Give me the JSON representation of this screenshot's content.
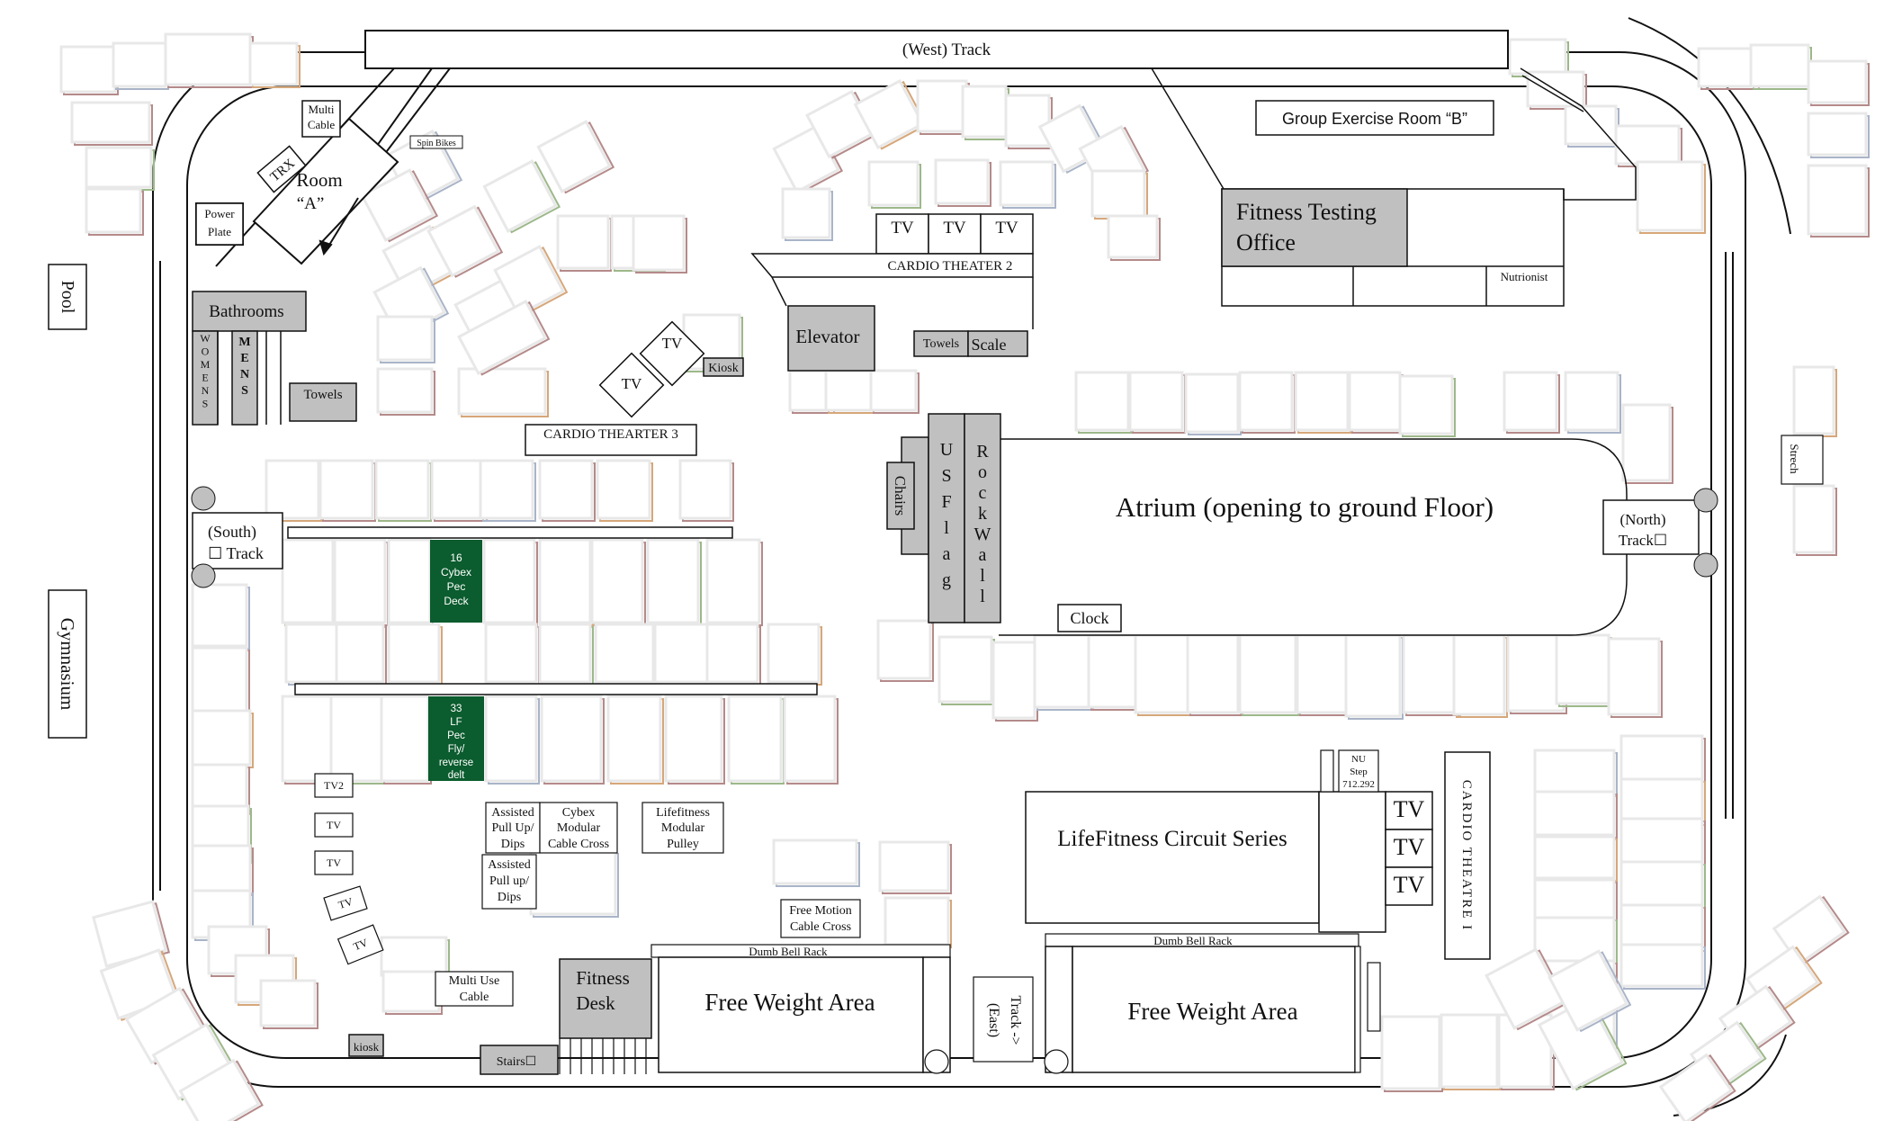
{
  "labels": {
    "west_track": "(West) Track",
    "group_ex_b": "Group Exercise Room “B”",
    "fitness_testing_1": "Fitness Testing",
    "fitness_testing_2": "Office",
    "nutrionist": "Nutrionist",
    "pool": "Pool",
    "gymnasium": "Gymnasium",
    "multi_cable_1": "Multi",
    "multi_cable_2": "Cable",
    "spin_bikes": "Spin Bikes",
    "trx": "TRX",
    "room_a_1": "Room",
    "room_a_2": "“A”",
    "power_plate_1": "Power",
    "power_plate_2": "Plate",
    "bathrooms": "Bathrooms",
    "womens": "WOMENS",
    "mens": "MENS",
    "towels_left": "Towels",
    "tv": "TV",
    "tv2": "TV2",
    "kiosk_top": "Kiosk",
    "kiosk_bottom": "kiosk",
    "cardio_theater_3": "CARDIO THEARTER  3",
    "cardio_theater_2": "CARDIO THEATER  2",
    "cardio_theater_1": "CARDIO THEATRE I",
    "elevator": "Elevator",
    "towels_mid": "Towels",
    "scale": "Scale",
    "chairs": "Chairs",
    "us_flag": "US Flag",
    "rock_wall": "RockWall",
    "atrium": "Atrium (opening to ground Floor)",
    "north_track_1": "(North)",
    "north_track_2": "Track☐",
    "south_track_1": "(South)",
    "south_track_2": "☐ Track",
    "strech": "Strech",
    "clock": "Clock",
    "cybex_pec_1": "16",
    "cybex_pec_2": "Cybex",
    "cybex_pec_3": "Pec",
    "cybex_pec_4": "Deck",
    "lf_pec_1": "33",
    "lf_pec_2": "LF",
    "lf_pec_3": "Pec",
    "lf_pec_4": "Fly/",
    "lf_pec_5": "reverse",
    "lf_pec_6": "delt",
    "assisted_a_1": "Assisted",
    "assisted_a_2": "Pull Up/",
    "assisted_a_3": "Dips",
    "assisted_b_1": "Assisted",
    "assisted_b_2": "Pull up/",
    "assisted_b_3": "Dips",
    "cybex_modular_1": "Cybex",
    "cybex_modular_2": "Modular",
    "cybex_modular_3": "Cable Cross",
    "lf_modular_1": "Lifefitness",
    "lf_modular_2": "Modular",
    "lf_modular_3": "Pulley",
    "free_motion_1": "Free Motion",
    "free_motion_2": "Cable Cross",
    "multi_use_1": "Multi Use",
    "multi_use_2": "Cable",
    "fitness_desk_1": "Fitness",
    "fitness_desk_2": "Desk",
    "stairs": "Stairs☐",
    "dumb_bell_rack": "Dumb Bell Rack",
    "free_weight_area": "Free Weight Area",
    "track_east_1": "Track ->",
    "track_east_2": "(East)",
    "lf_circuit": "LifeFitness Circuit Series",
    "nu_step_1": "NU",
    "nu_step_2": "Step",
    "nu_step_3": "712.292"
  },
  "colors": {
    "gray_fill": "#c0c0c0",
    "green_fill": "#0b5c2e",
    "line": "#111111",
    "equip_border": "#e8e8e8",
    "shadow_gray": "#a9b4c8",
    "shadow_red": "#b58a8a",
    "shadow_orange": "#d6a77a",
    "shadow_green": "#9db88a"
  }
}
